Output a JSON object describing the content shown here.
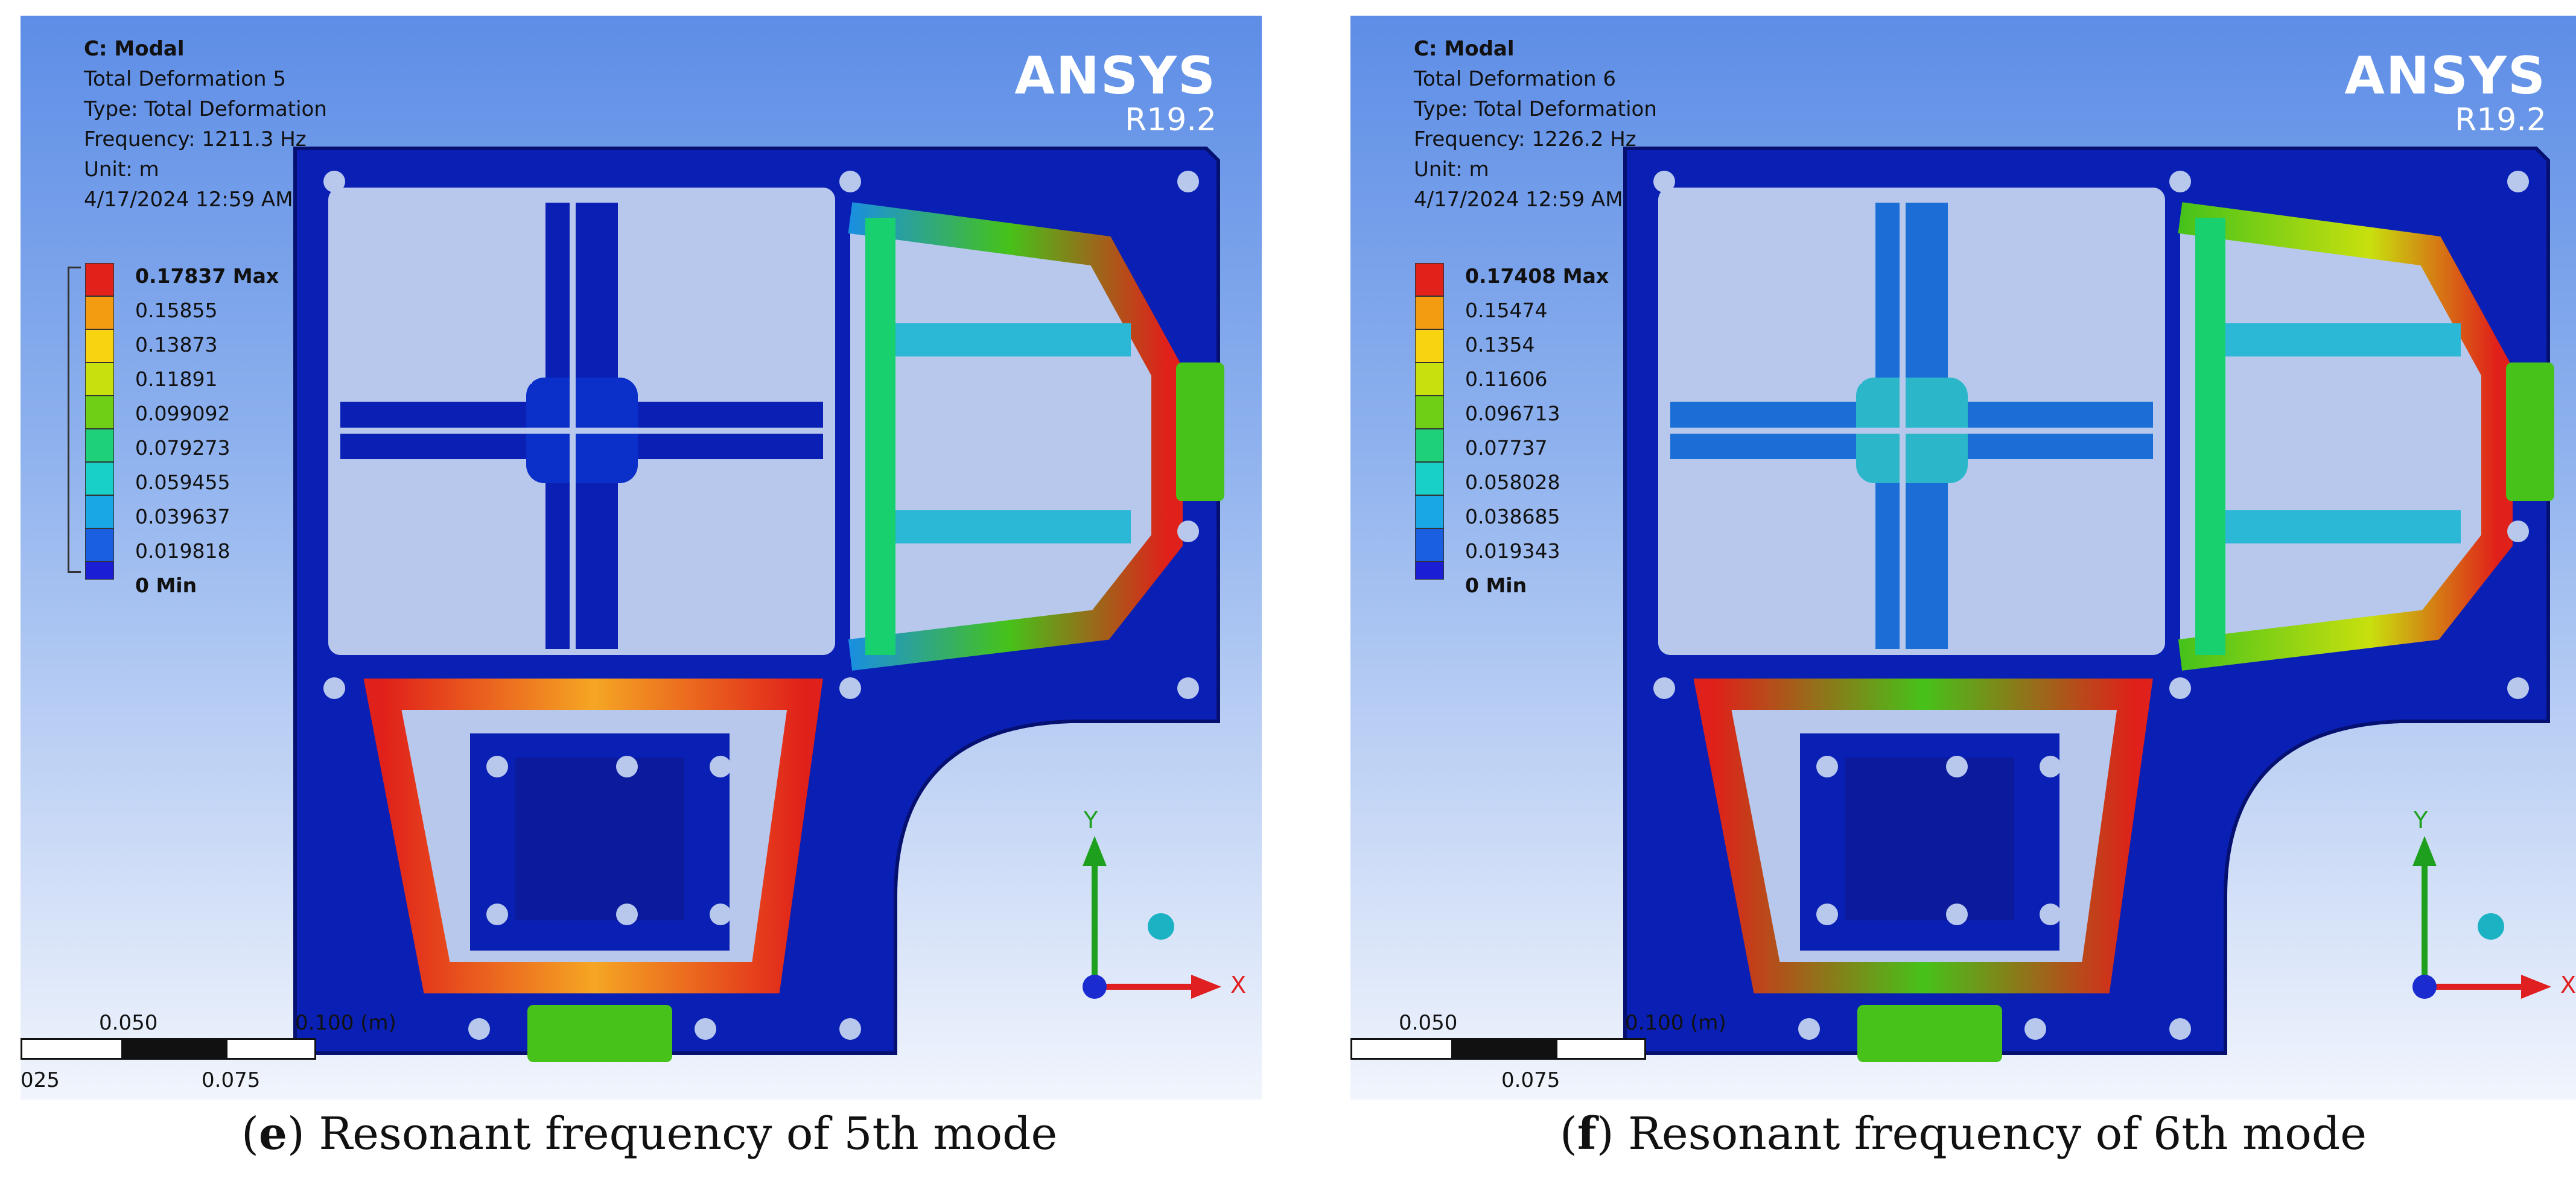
{
  "colors": {
    "structure": "#0a1fb3",
    "frame": "#0b1b9c",
    "hole": "#b8c8ec",
    "high": "#e0201a",
    "mid": "#46c21a",
    "brand": "#ffffff"
  },
  "panels": [
    {
      "analysis": "C: Modal",
      "result": "Total Deformation 5",
      "type": "Type: Total Deformation",
      "frequency": "Frequency: 1211.3 Hz",
      "unit": "Unit: m",
      "timestamp": "4/17/2024 12:59 AM",
      "brand_name": "ANSYS",
      "brand_version": "R19.2",
      "legend": [
        "0.17837 Max",
        "0.15855",
        "0.13873",
        "0.11891",
        "0.099092",
        "0.079273",
        "0.059455",
        "0.039637",
        "0.019818",
        "0 Min"
      ],
      "legend_colors": [
        "#e2211b",
        "#f39c12",
        "#f7d40f",
        "#c8e00e",
        "#6fcf16",
        "#1fd07a",
        "#18d0c8",
        "#19a7e6",
        "#1a5fe0",
        "#1a1fd6"
      ],
      "axis_y": "Y",
      "axis_x": "X",
      "scale_top": "0.050",
      "scale_end": "0.100 (m)",
      "scale_bottom_left": "025",
      "scale_bottom_right": "0.075",
      "caption_letter": "e",
      "caption_text": ") Resonant frequency of 5th mode"
    },
    {
      "analysis": "C: Modal",
      "result": "Total Deformation 6",
      "type": "Type: Total Deformation",
      "frequency": "Frequency: 1226.2 Hz",
      "unit": "Unit: m",
      "timestamp": "4/17/2024 12:59 AM",
      "brand_name": "ANSYS",
      "brand_version": "R19.2",
      "legend": [
        "0.17408 Max",
        "0.15474",
        "0.1354",
        "0.11606",
        "0.096713",
        "0.07737",
        "0.058028",
        "0.038685",
        "0.019343",
        "0 Min"
      ],
      "legend_colors": [
        "#e2211b",
        "#f39c12",
        "#f7d40f",
        "#c8e00e",
        "#6fcf16",
        "#1fd07a",
        "#18d0c8",
        "#19a7e6",
        "#1a5fe0",
        "#1a1fd6"
      ],
      "axis_y": "Y",
      "axis_x": "X",
      "scale_top": "0.050",
      "scale_end": "0.100 (m)",
      "scale_bottom_left": "",
      "scale_bottom_right": "0.075",
      "caption_letter": "f",
      "caption_text": ") Resonant frequency of 6th mode"
    }
  ]
}
